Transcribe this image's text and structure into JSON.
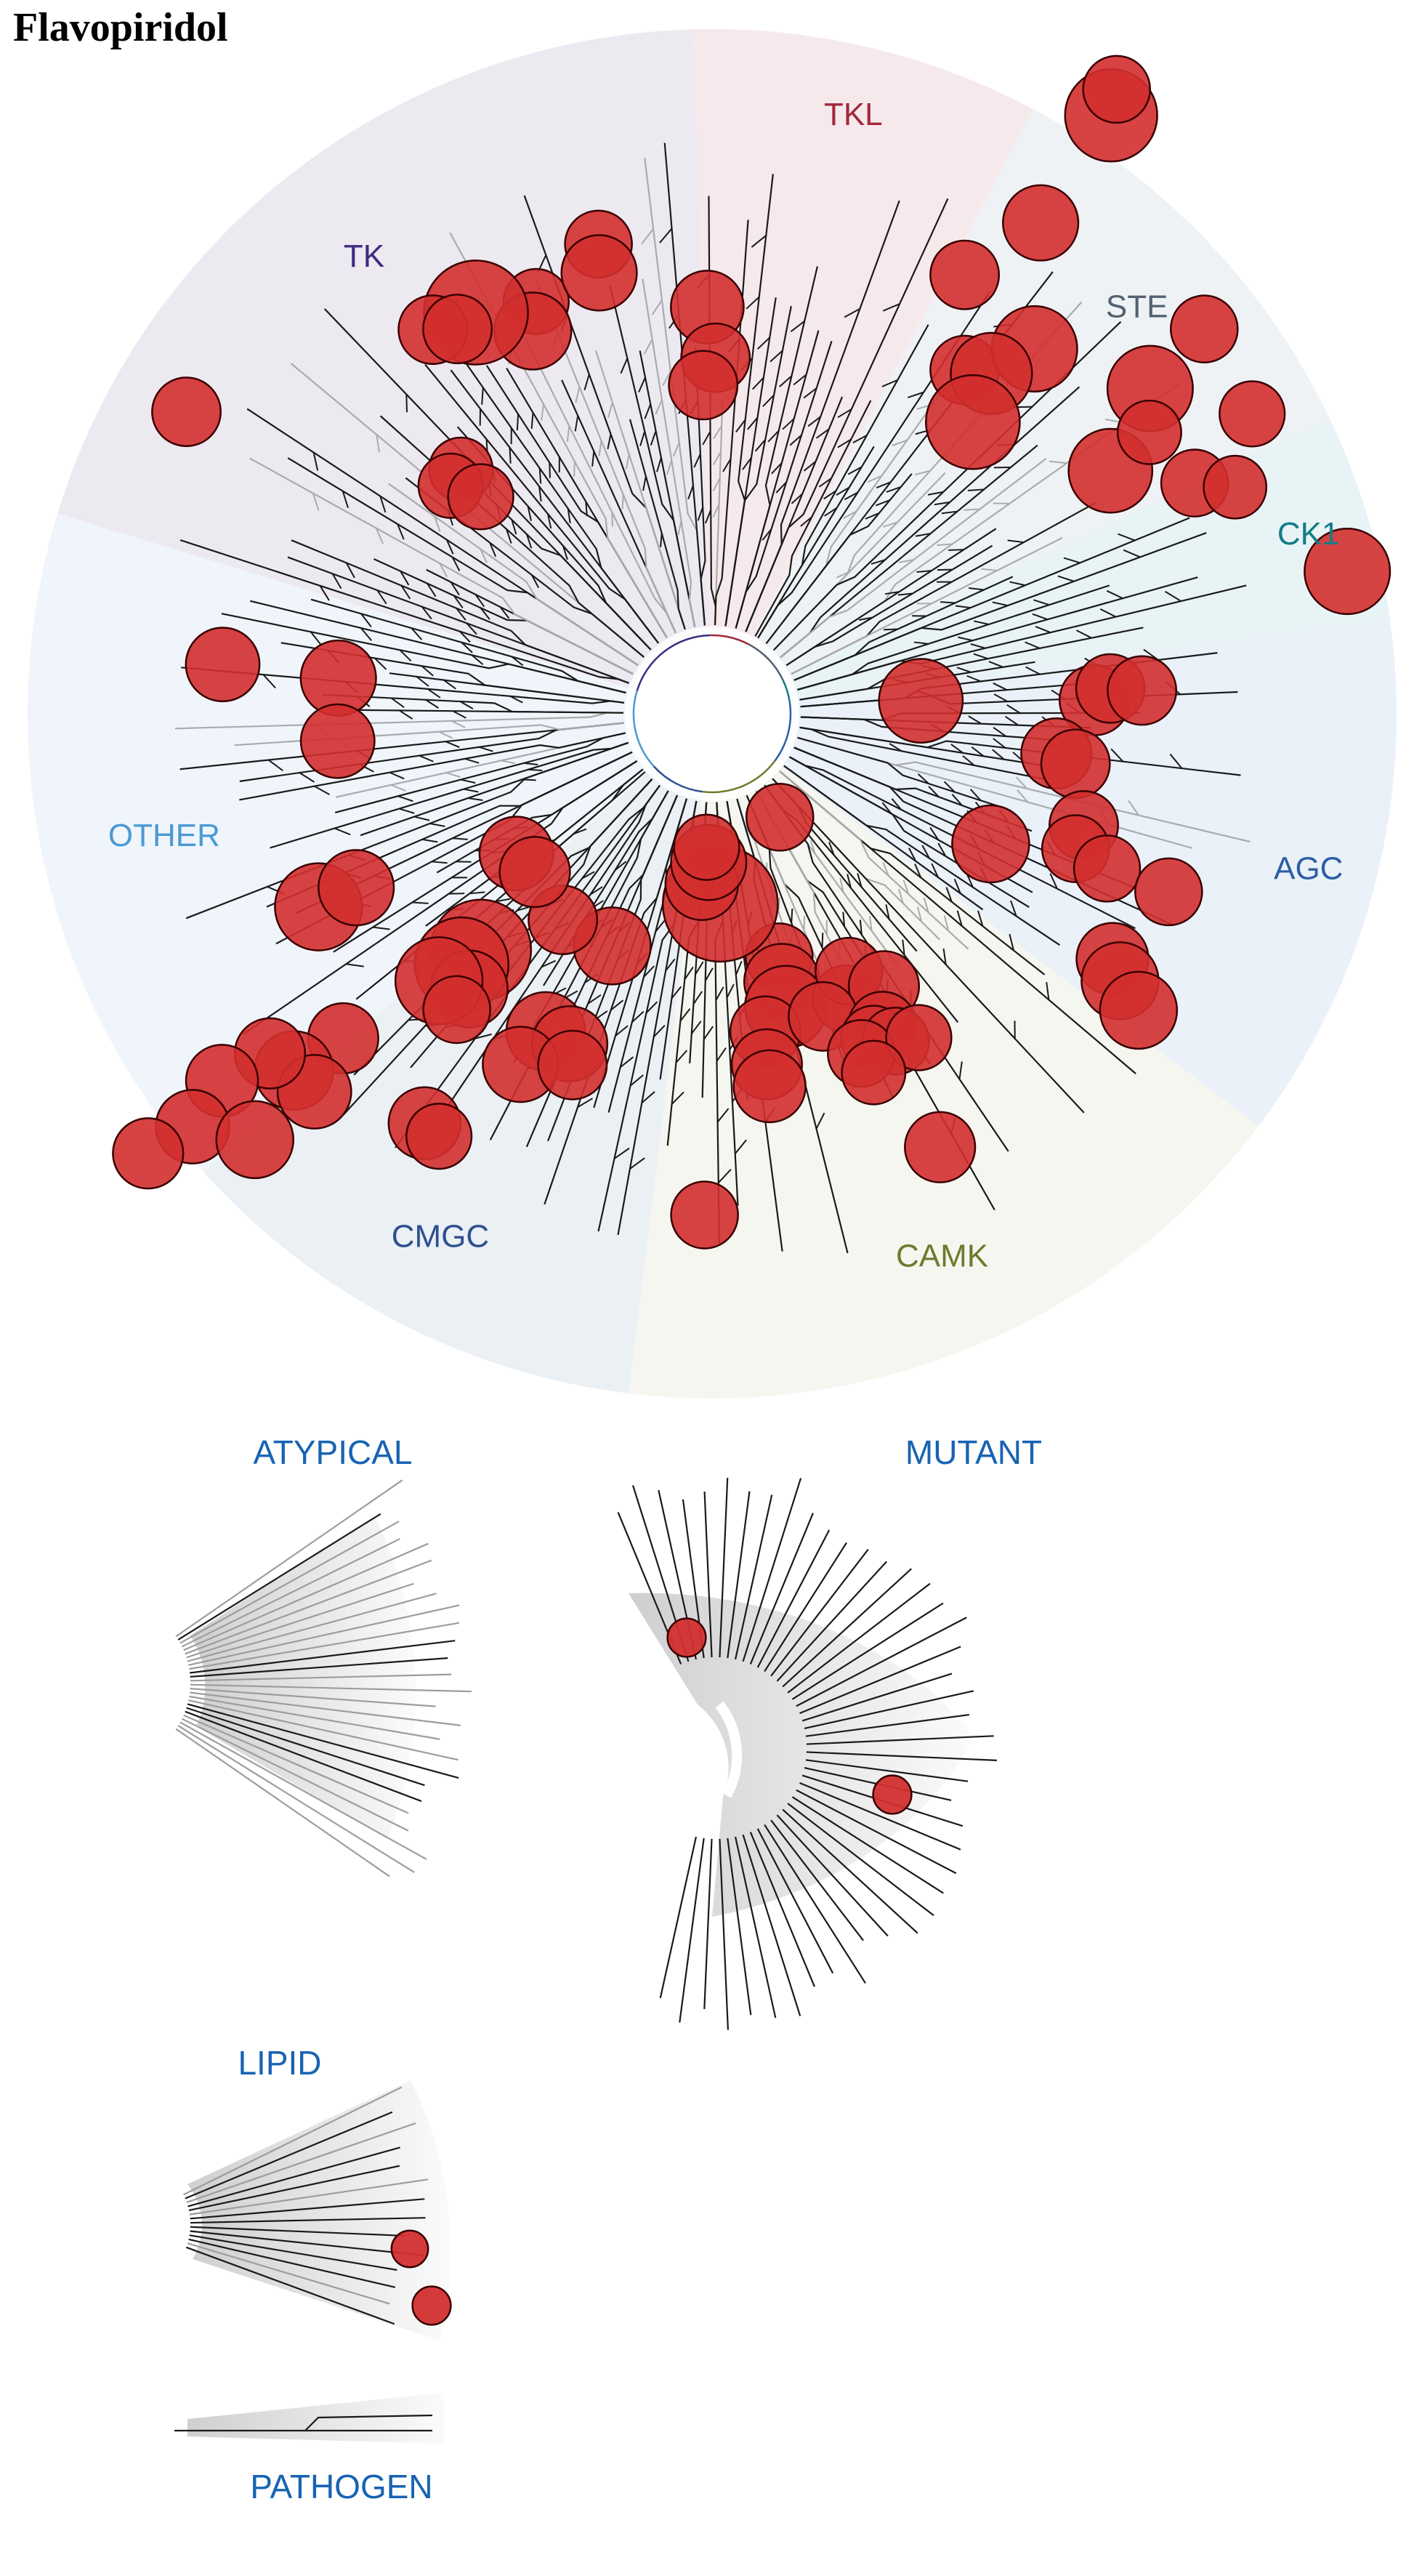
{
  "title": "Flavopiridol",
  "chart_data": {
    "type": "scatter",
    "subtype": "kinome-tree-dendrogram",
    "title": "Flavopiridol",
    "description": "Circular kinome phylogenetic tree; red circles mark kinases bound by the compound, circle size proportional to binding strength.",
    "marker_color": "#d32f2f",
    "main_tree": {
      "groups": [
        {
          "name": "TK",
          "color": "#3d2a80",
          "bg": "#ede9f1",
          "start_deg": 197,
          "end_deg": 268.5
        },
        {
          "name": "TKL",
          "color": "#a3283a",
          "bg": "#f6e9ec",
          "start_deg": 268.5,
          "end_deg": 298
        },
        {
          "name": "STE",
          "color": "#526270",
          "bg": "#eff2f5",
          "start_deg": 298,
          "end_deg": 334.4
        },
        {
          "name": "CK1",
          "color": "#137d86",
          "bg": "#e8f3f6",
          "start_deg": 334.4,
          "end_deg": 352
        },
        {
          "name": "AGC",
          "color": "#2d5ea5",
          "bg": "#eaf1f9",
          "start_deg": 352,
          "end_deg": 397
        },
        {
          "name": "CAMK",
          "color": "#6f7a2d",
          "bg": "#f5f6f0",
          "start_deg": 397,
          "end_deg": 457
        },
        {
          "name": "CMGC",
          "color": "#2f4f8f",
          "bg": "#ebf0f5",
          "start_deg": 457,
          "end_deg": 498
        },
        {
          "name": "OTHER",
          "color": "#4a9ad2",
          "bg": "#eff5fb",
          "start_deg": 498,
          "end_deg": 557
        }
      ],
      "hits": [
        {
          "group": "TKL",
          "x": 0.583,
          "y": -0.874,
          "s": 0.68
        },
        {
          "group": "TKL",
          "x": 0.591,
          "y": -0.912,
          "s": 0.38
        },
        {
          "group": "TKL",
          "x": 0.48,
          "y": -0.717,
          "s": 0.48
        },
        {
          "group": "TKL",
          "x": 0.369,
          "y": -0.641,
          "s": 0.4
        },
        {
          "group": "TKL",
          "x": 0.369,
          "y": -0.502,
          "s": 0.4
        },
        {
          "group": "TKL",
          "x": 0.471,
          "y": -0.533,
          "s": 0.6
        },
        {
          "group": "TKL",
          "x": 0.408,
          "y": -0.497,
          "s": 0.55
        },
        {
          "group": "TKL",
          "x": 0.381,
          "y": -0.426,
          "s": 0.7
        },
        {
          "group": "TK",
          "x": -0.007,
          "y": -0.594,
          "s": 0.45
        },
        {
          "group": "TK",
          "x": 0.005,
          "y": -0.52,
          "s": 0.4
        },
        {
          "group": "TK",
          "x": -0.013,
          "y": -0.48,
          "s": 0.4
        },
        {
          "group": "TK",
          "x": -0.257,
          "y": -0.602,
          "s": 0.36
        },
        {
          "group": "TK",
          "x": -0.262,
          "y": -0.559,
          "s": 0.5
        },
        {
          "group": "TK",
          "x": -0.166,
          "y": -0.686,
          "s": 0.38
        },
        {
          "group": "TK",
          "x": -0.165,
          "y": -0.644,
          "s": 0.48
        },
        {
          "group": "TK",
          "x": -0.345,
          "y": -0.586,
          "s": 0.82
        },
        {
          "group": "TK",
          "x": -0.408,
          "y": -0.561,
          "s": 0.4
        },
        {
          "group": "TK",
          "x": -0.372,
          "y": -0.562,
          "s": 0.4
        },
        {
          "group": "TK",
          "x": -0.768,
          "y": -0.441,
          "s": 0.4
        },
        {
          "group": "TK",
          "x": -0.367,
          "y": -0.357,
          "s": 0.34
        },
        {
          "group": "TK",
          "x": -0.382,
          "y": -0.333,
          "s": 0.35
        },
        {
          "group": "TK",
          "x": -0.338,
          "y": -0.317,
          "s": 0.36
        },
        {
          "group": "STE",
          "x": 0.64,
          "y": -0.475,
          "s": 0.6
        },
        {
          "group": "STE",
          "x": 0.719,
          "y": -0.562,
          "s": 0.38
        },
        {
          "group": "STE",
          "x": 0.582,
          "y": -0.355,
          "s": 0.58
        },
        {
          "group": "STE",
          "x": 0.639,
          "y": -0.411,
          "s": 0.34
        },
        {
          "group": "STE",
          "x": 0.789,
          "y": -0.438,
          "s": 0.36
        },
        {
          "group": "STE",
          "x": 0.705,
          "y": -0.337,
          "s": 0.38
        },
        {
          "group": "STE",
          "x": 0.764,
          "y": -0.331,
          "s": 0.33
        },
        {
          "group": "CK1",
          "x": 0.928,
          "y": -0.208,
          "s": 0.6
        },
        {
          "group": "AGC",
          "x": 0.305,
          "y": -0.019,
          "s": 0.58
        },
        {
          "group": "AGC",
          "x": 0.559,
          "y": -0.02,
          "s": 0.42
        },
        {
          "group": "AGC",
          "x": 0.582,
          "y": -0.037,
          "s": 0.4
        },
        {
          "group": "AGC",
          "x": 0.628,
          "y": -0.034,
          "s": 0.4
        },
        {
          "group": "AGC",
          "x": 0.503,
          "y": 0.058,
          "s": 0.42
        },
        {
          "group": "AGC",
          "x": 0.531,
          "y": 0.073,
          "s": 0.4
        },
        {
          "group": "AGC",
          "x": 0.543,
          "y": 0.163,
          "s": 0.4
        },
        {
          "group": "AGC",
          "x": 0.531,
          "y": 0.197,
          "s": 0.38
        },
        {
          "group": "AGC",
          "x": 0.577,
          "y": 0.226,
          "s": 0.37
        },
        {
          "group": "AGC",
          "x": 0.667,
          "y": 0.26,
          "s": 0.38
        },
        {
          "group": "AGC",
          "x": 0.407,
          "y": 0.19,
          "s": 0.5
        },
        {
          "group": "AGC",
          "x": 0.585,
          "y": 0.358,
          "s": 0.44
        },
        {
          "group": "AGC",
          "x": 0.596,
          "y": 0.39,
          "s": 0.5
        },
        {
          "group": "AGC",
          "x": 0.623,
          "y": 0.433,
          "s": 0.5
        },
        {
          "group": "CAMK",
          "x": 0.099,
          "y": 0.151,
          "s": 0.38
        },
        {
          "group": "CAMK",
          "x": 0.098,
          "y": 0.355,
          "s": 0.38
        },
        {
          "group": "CAMK",
          "x": 0.102,
          "y": 0.391,
          "s": 0.48
        },
        {
          "group": "CAMK",
          "x": 0.108,
          "y": 0.428,
          "s": 0.56
        },
        {
          "group": "CAMK",
          "x": 0.078,
          "y": 0.464,
          "s": 0.42
        },
        {
          "group": "CAMK",
          "x": 0.08,
          "y": 0.512,
          "s": 0.42
        },
        {
          "group": "CAMK",
          "x": 0.084,
          "y": 0.544,
          "s": 0.44
        },
        {
          "group": "CAMK",
          "x": 0.196,
          "y": 0.416,
          "s": 0.38
        },
        {
          "group": "CAMK",
          "x": 0.2,
          "y": 0.376,
          "s": 0.38
        },
        {
          "group": "CAMK",
          "x": 0.251,
          "y": 0.398,
          "s": 0.42
        },
        {
          "group": "CAMK",
          "x": 0.162,
          "y": 0.442,
          "s": 0.4
        },
        {
          "group": "CAMK",
          "x": 0.249,
          "y": 0.456,
          "s": 0.4
        },
        {
          "group": "CAMK",
          "x": 0.236,
          "y": 0.474,
          "s": 0.36
        },
        {
          "group": "CAMK",
          "x": 0.268,
          "y": 0.478,
          "s": 0.38
        },
        {
          "group": "CAMK",
          "x": 0.218,
          "y": 0.496,
          "s": 0.38
        },
        {
          "group": "CAMK",
          "x": 0.302,
          "y": 0.473,
          "s": 0.36
        },
        {
          "group": "CAMK",
          "x": 0.236,
          "y": 0.524,
          "s": 0.34
        },
        {
          "group": "CAMK",
          "x": 0.333,
          "y": 0.633,
          "s": 0.42
        },
        {
          "group": "CAMK",
          "x": -0.011,
          "y": 0.732,
          "s": 0.38
        },
        {
          "group": "CMGC",
          "x": 0.012,
          "y": 0.278,
          "s": 0.95
        },
        {
          "group": "CMGC",
          "x": -0.015,
          "y": 0.248,
          "s": 0.45
        },
        {
          "group": "CMGC",
          "x": -0.005,
          "y": 0.217,
          "s": 0.48
        },
        {
          "group": "CMGC",
          "x": -0.008,
          "y": 0.195,
          "s": 0.36
        },
        {
          "group": "CMGC",
          "x": -0.146,
          "y": 0.339,
          "s": 0.5
        },
        {
          "group": "CMGC",
          "x": -0.218,
          "y": 0.301,
          "s": 0.4
        },
        {
          "group": "CMGC",
          "x": -0.338,
          "y": 0.345,
          "s": 0.78
        },
        {
          "group": "CMGC",
          "x": -0.366,
          "y": 0.366,
          "s": 0.7
        },
        {
          "group": "CMGC",
          "x": -0.355,
          "y": 0.402,
          "s": 0.5
        },
        {
          "group": "CMGC",
          "x": -0.399,
          "y": 0.39,
          "s": 0.62
        },
        {
          "group": "CMGC",
          "x": -0.373,
          "y": 0.432,
          "s": 0.38
        },
        {
          "group": "CMGC",
          "x": -0.243,
          "y": 0.464,
          "s": 0.52
        },
        {
          "group": "CMGC",
          "x": -0.208,
          "y": 0.482,
          "s": 0.48
        },
        {
          "group": "CMGC",
          "x": -0.28,
          "y": 0.512,
          "s": 0.48
        },
        {
          "group": "CMGC",
          "x": -0.204,
          "y": 0.513,
          "s": 0.4
        },
        {
          "group": "CMGC",
          "x": -0.42,
          "y": 0.598,
          "s": 0.44
        },
        {
          "group": "CMGC",
          "x": -0.399,
          "y": 0.617,
          "s": 0.36
        },
        {
          "group": "CMGC",
          "x": -0.539,
          "y": 0.474,
          "s": 0.42
        },
        {
          "group": "CMGC",
          "x": -0.611,
          "y": 0.521,
          "s": 0.52
        },
        {
          "group": "CMGC",
          "x": -0.581,
          "y": 0.552,
          "s": 0.46
        },
        {
          "group": "CMGC",
          "x": -0.646,
          "y": 0.496,
          "s": 0.42
        },
        {
          "group": "CMGC",
          "x": -0.716,
          "y": 0.536,
          "s": 0.44
        },
        {
          "group": "CMGC",
          "x": -0.759,
          "y": 0.603,
          "s": 0.46
        },
        {
          "group": "CMGC",
          "x": -0.668,
          "y": 0.622,
          "s": 0.5
        },
        {
          "group": "CMGC",
          "x": -0.824,
          "y": 0.642,
          "s": 0.42
        },
        {
          "group": "OTHER",
          "x": -0.715,
          "y": -0.072,
          "s": 0.46
        },
        {
          "group": "OTHER",
          "x": -0.546,
          "y": -0.052,
          "s": 0.48
        },
        {
          "group": "OTHER",
          "x": -0.547,
          "y": 0.04,
          "s": 0.46
        },
        {
          "group": "OTHER",
          "x": -0.575,
          "y": 0.282,
          "s": 0.62
        },
        {
          "group": "OTHER",
          "x": -0.52,
          "y": 0.254,
          "s": 0.48
        },
        {
          "group": "OTHER",
          "x": -0.286,
          "y": 0.204,
          "s": 0.46
        },
        {
          "group": "OTHER",
          "x": -0.259,
          "y": 0.231,
          "s": 0.42
        }
      ]
    },
    "panels": [
      {
        "name": "ATYPICAL",
        "hits": []
      },
      {
        "name": "MUTANT",
        "hits": [
          {
            "s": 0.42
          },
          {
            "s": 0.42
          }
        ]
      },
      {
        "name": "LIPID",
        "hits": [
          {
            "s": 0.36
          },
          {
            "s": 0.42
          }
        ]
      },
      {
        "name": "PATHOGEN",
        "hits": []
      }
    ]
  }
}
